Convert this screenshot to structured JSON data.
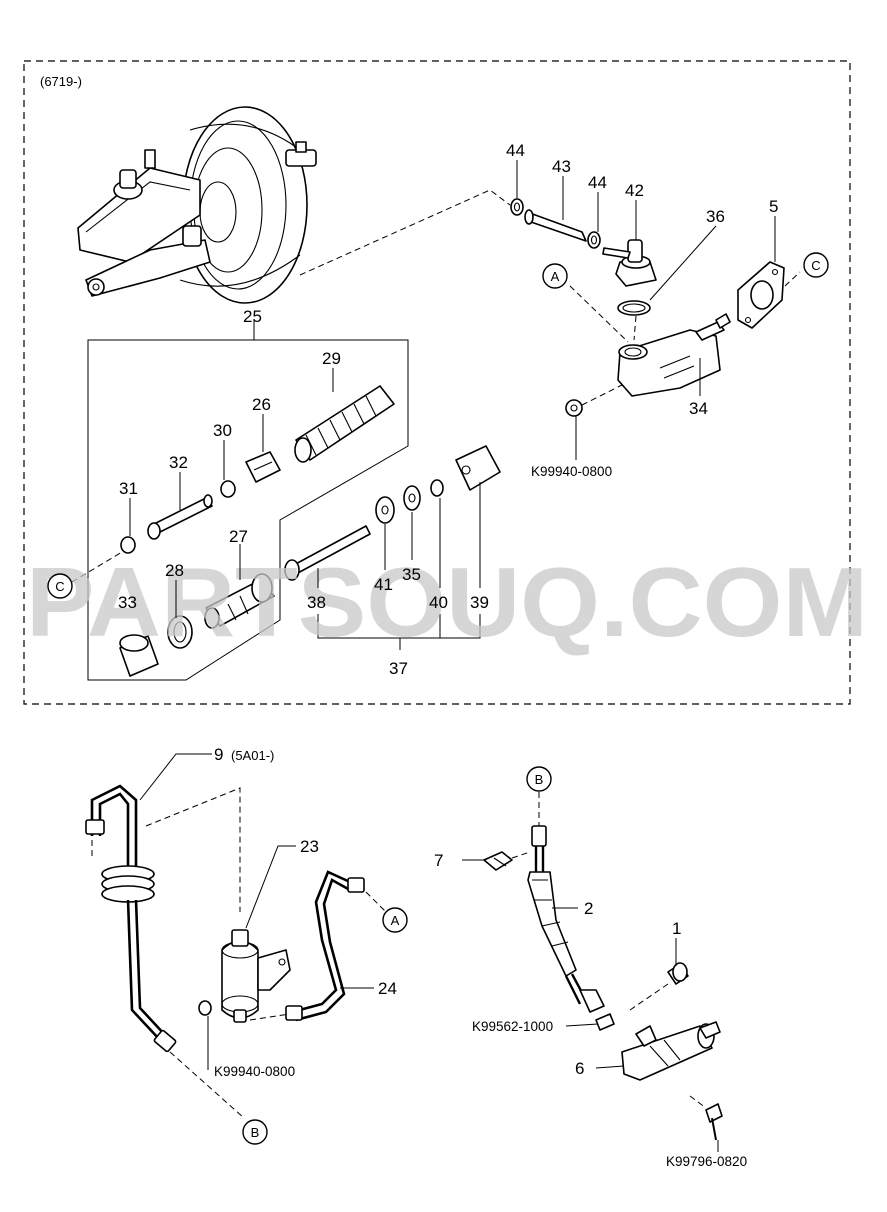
{
  "frame_label": "(6719-)",
  "watermark": "PARTSOUQ.COM",
  "callouts": {
    "p1": "1",
    "p2": "2",
    "p5": "5",
    "p6": "6",
    "p7": "7",
    "p9": "9",
    "p9_note": "(5A01-)",
    "p23": "23",
    "p24": "24",
    "p25": "25",
    "p26": "26",
    "p27": "27",
    "p28": "28",
    "p29": "29",
    "p30": "30",
    "p31": "31",
    "p32": "32",
    "p33": "33",
    "p34": "34",
    "p35": "35",
    "p36": "36",
    "p37": "37",
    "p38": "38",
    "p39": "39",
    "p40": "40",
    "p41": "41",
    "p42": "42",
    "p43": "43",
    "p44a": "44",
    "p44b": "44"
  },
  "refs": {
    "r1": "K99940-0800",
    "r2": "K99940-0800",
    "r3": "K99562-1000",
    "r4": "K99796-0820"
  },
  "connectors": {
    "A1": "A",
    "A2": "A",
    "B1": "B",
    "B2": "B",
    "C1": "C",
    "C2": "C"
  }
}
